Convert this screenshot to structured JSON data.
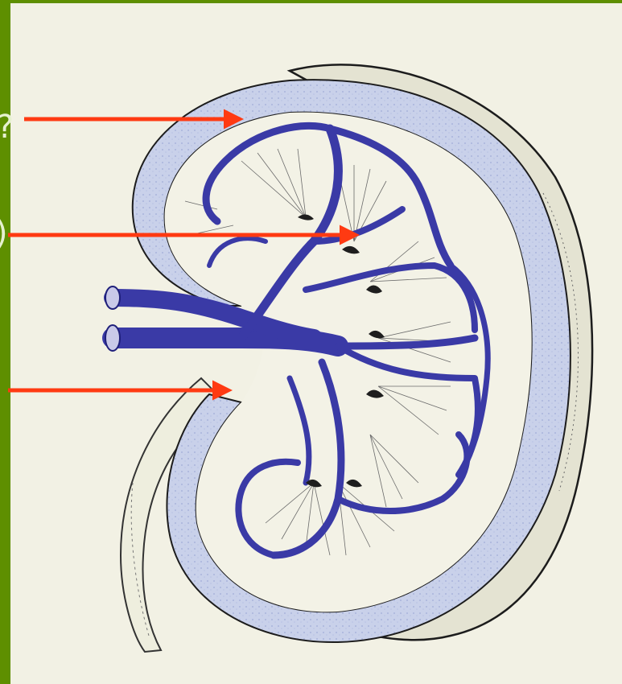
{
  "slide": {
    "edge_glyphs": [
      "?",
      ")"
    ],
    "colors": {
      "frame_green": "#5e8f00",
      "paper": "#f2f1e4",
      "cortex_blue": "#c4cde8",
      "vessel_blue": "#3a3aa6",
      "vessel_dark": "#1f1f7a",
      "arrow_red": "#ff3a12",
      "ink": "#222222"
    }
  },
  "illustration": {
    "subject": "kidney-cross-section",
    "arrows": [
      "upper-arrow",
      "middle-arrow",
      "lower-arrow"
    ]
  }
}
